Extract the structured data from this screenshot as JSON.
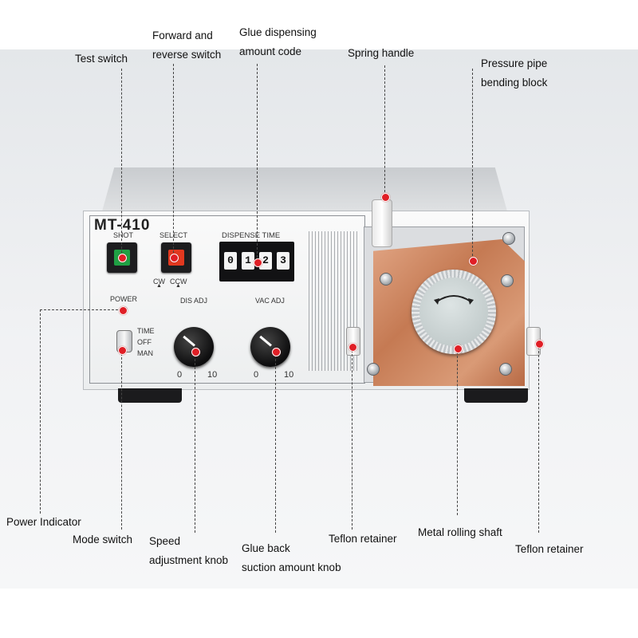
{
  "device": {
    "model": "MT-410",
    "shot_label": "SHOT",
    "select_label": "SELECT",
    "cw_label": "CW",
    "ccw_label": "CCW",
    "dispense_label": "DISPENSE TIME",
    "digits": [
      "0",
      "1",
      "2",
      "3"
    ],
    "power_label": "POWER",
    "mode_time": "TIME",
    "mode_off": "OFF",
    "mode_man": "MAN",
    "dis_adj_label": "DIS ADJ",
    "vac_adj_label": "VAC ADJ",
    "dis_min": "0",
    "dis_max": "10",
    "vac_min": "0",
    "vac_max": "10"
  },
  "labels": {
    "test_switch": "Test switch",
    "forward_reverse_1": "Forward and",
    "forward_reverse_2": "reverse switch",
    "glue_code_1": "Glue dispensing",
    "glue_code_2": "amount code",
    "spring_handle": "Spring handle",
    "pressure_pipe_1": "Pressure pipe",
    "pressure_pipe_2": "bending block",
    "power_indicator": "Power Indicator",
    "mode_switch": "Mode switch",
    "speed_knob_1": "Speed",
    "speed_knob_2": "adjustment knob",
    "glue_back_1": "Glue back",
    "glue_back_2": "suction amount knob",
    "teflon_left": "Teflon retainer",
    "metal_shaft": "Metal rolling shaft",
    "teflon_right": "Teflon retainer"
  },
  "colors": {
    "shot_button": "#1fa044",
    "select_button": "#e2381f",
    "callout_dot": "#e01f26"
  }
}
